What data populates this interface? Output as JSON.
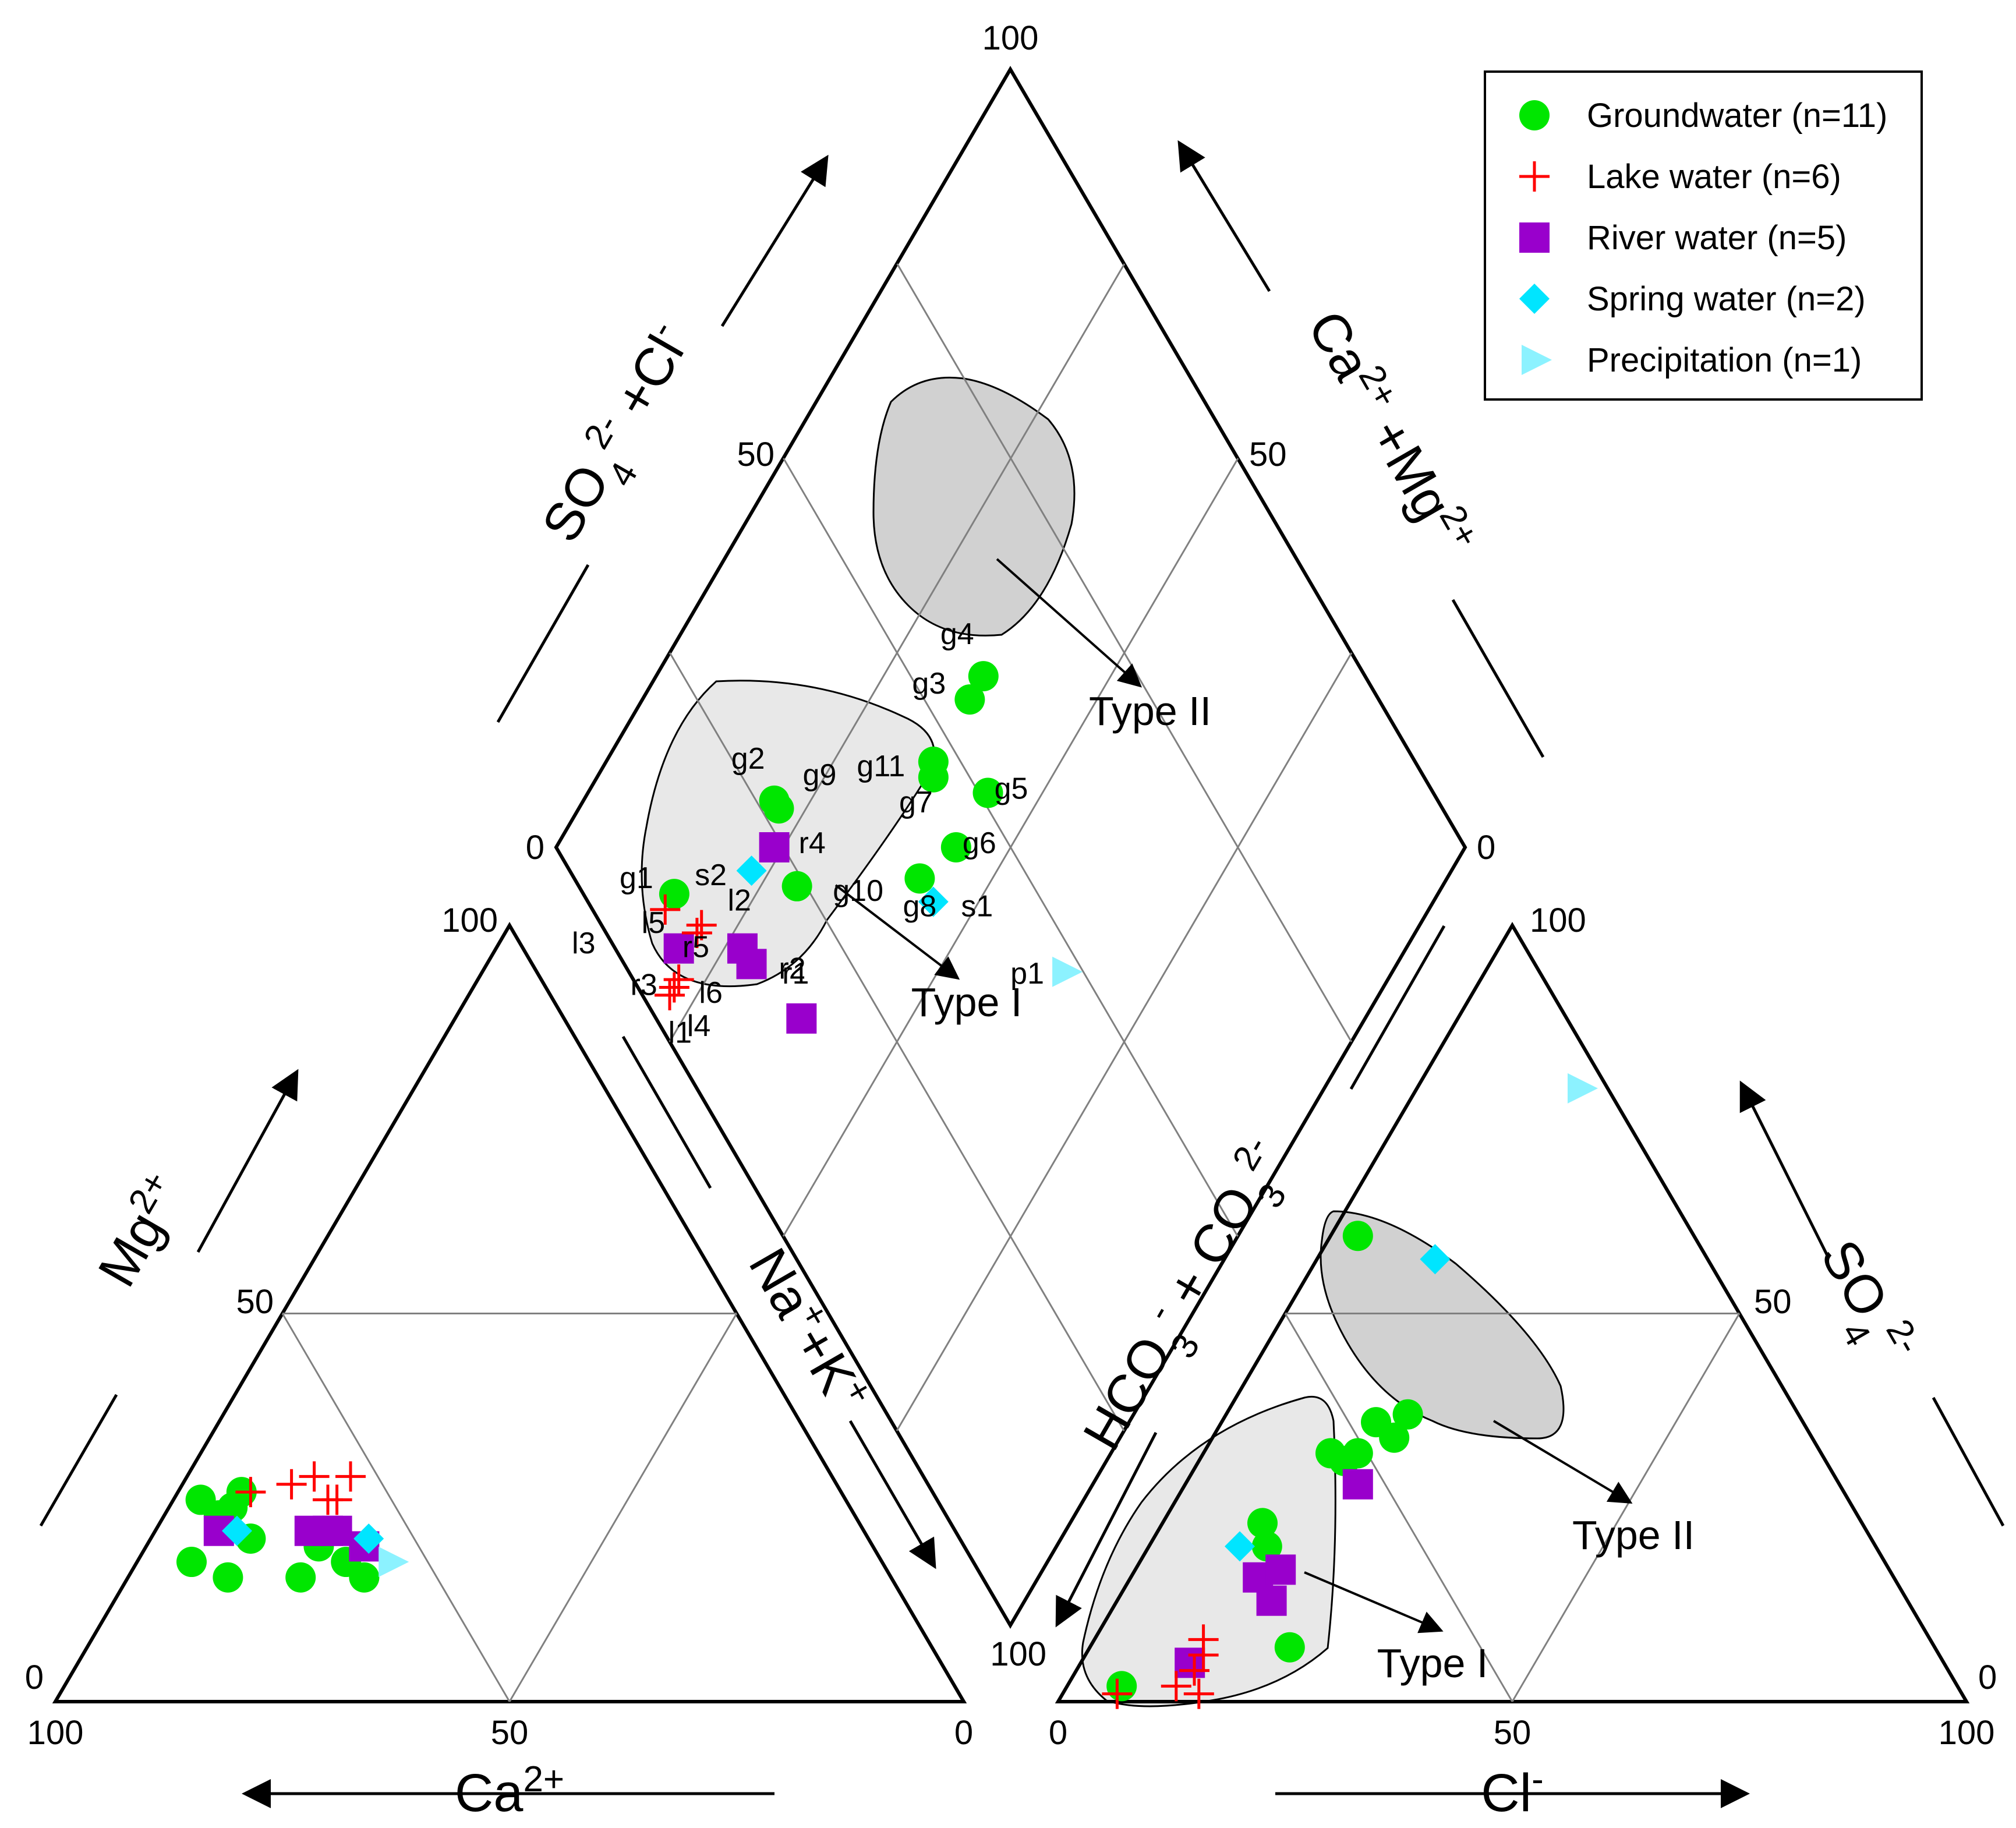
{
  "chart_data": {
    "type": "scatter",
    "subtype": "piper-diagram",
    "legend": {
      "placement": "top-right",
      "entries": [
        {
          "label": "Groundwater (n=11)",
          "color": "#00e600",
          "marker": "circle"
        },
        {
          "label": "Lake water (n=6)",
          "color": "#ff0000",
          "marker": "plus"
        },
        {
          "label": "River water (n=5)",
          "color": "#9900cc",
          "marker": "square"
        },
        {
          "label": "Spring water (n=2)",
          "color": "#00e5ff",
          "marker": "diamond"
        },
        {
          "label": "Precipitation (n=1)",
          "color": "#8cf2ff",
          "marker": "triangle-right"
        }
      ]
    },
    "axis_labels": {
      "ca": {
        "text": "Ca",
        "sup": "2+"
      },
      "mg": {
        "text": "Mg",
        "sup": "2+"
      },
      "cl": {
        "text": "Cl",
        "sup": "-"
      },
      "so4": {
        "text": "SO",
        "sub": "4",
        "sup": "2-"
      },
      "nak": {
        "text1": "Na",
        "sup1": "+",
        "text2": "+K",
        "sup2": "+"
      },
      "hco3": {
        "text1": "HCO",
        "sub1": "3",
        "sup1": "-",
        "text2": " + CO",
        "sub2": "3",
        "sup2": "2-"
      },
      "so4cl": {
        "text1": "SO",
        "sub1": "4",
        "sup1": "2-",
        "text2": " +Cl",
        "sup2": "-"
      },
      "camg": {
        "text1": "Ca",
        "sup1": "2+",
        "text2": " +Mg",
        "sup2": "2+"
      }
    },
    "ticks": {
      "ca": [
        "100",
        "50",
        "0"
      ],
      "mg": [
        "0",
        "50",
        "100"
      ],
      "cl": [
        "0",
        "50",
        "100"
      ],
      "so4": [
        "0",
        "50",
        "100"
      ],
      "diamond_left": [
        "0",
        "50",
        "100"
      ],
      "diamond_right": [
        "100",
        "50",
        "0"
      ]
    },
    "cation_triangle": {
      "units": "percent of Ca2+, Mg2+, Na+ +K+",
      "groundwater": [
        {
          "ca": 71,
          "mg": 26
        },
        {
          "ca": 70,
          "mg": 24
        },
        {
          "ca": 68,
          "mg": 25
        },
        {
          "ca": 66,
          "mg": 27
        },
        {
          "ca": 76,
          "mg": 18
        },
        {
          "ca": 73,
          "mg": 16
        },
        {
          "ca": 68,
          "mg": 21
        },
        {
          "ca": 65,
          "mg": 16
        },
        {
          "ca": 61,
          "mg": 20
        },
        {
          "ca": 59,
          "mg": 18
        },
        {
          "ca": 58,
          "mg": 16
        }
      ],
      "lake": [
        {
          "ca": 65,
          "mg": 27
        },
        {
          "ca": 60,
          "mg": 28
        },
        {
          "ca": 57,
          "mg": 29
        },
        {
          "ca": 53,
          "mg": 29
        },
        {
          "ca": 57,
          "mg": 26
        },
        {
          "ca": 56,
          "mg": 26
        }
      ],
      "river": [
        {
          "ca": 71,
          "mg": 22
        },
        {
          "ca": 61,
          "mg": 22
        },
        {
          "ca": 59,
          "mg": 22
        },
        {
          "ca": 58,
          "mg": 22
        },
        {
          "ca": 56,
          "mg": 20
        }
      ],
      "spring": [
        {
          "ca": 69,
          "mg": 22
        },
        {
          "ca": 55,
          "mg": 21
        }
      ],
      "precipitation": [
        {
          "ca": 54,
          "mg": 18
        }
      ]
    },
    "anion_triangle": {
      "units": "percent of Cl-, SO4 2-, HCO3- +CO3 2-",
      "groundwater": [
        {
          "cl": 6,
          "so4": 2
        },
        {
          "cl": 11,
          "so4": 23
        },
        {
          "cl": 13,
          "so4": 20
        },
        {
          "cl": 22,
          "so4": 7
        },
        {
          "cl": 3,
          "so4": 60
        },
        {
          "cl": 17,
          "so4": 36
        },
        {
          "cl": 20,
          "so4": 37
        },
        {
          "cl": 20,
          "so4": 34
        },
        {
          "cl": 17,
          "so4": 32
        },
        {
          "cl": 16,
          "so4": 31
        },
        {
          "cl": 14,
          "so4": 32
        }
      ],
      "lake": [
        {
          "cl": 12,
          "so4": 8
        },
        {
          "cl": 13,
          "so4": 6
        },
        {
          "cl": 13,
          "so4": 4
        },
        {
          "cl": 6,
          "so4": 1
        },
        {
          "cl": 12,
          "so4": 2
        },
        {
          "cl": 15,
          "so4": 1
        }
      ],
      "river": [
        {
          "cl": 12,
          "so4": 5
        },
        {
          "cl": 14,
          "so4": 16
        },
        {
          "cl": 16,
          "so4": 17
        },
        {
          "cl": 17,
          "so4": 13
        },
        {
          "cl": 19,
          "so4": 28
        }
      ],
      "spring": [
        {
          "cl": 10,
          "so4": 20
        },
        {
          "cl": 13,
          "so4": 57
        }
      ],
      "precipitation": [
        {
          "cl": 18,
          "so4": 79
        }
      ]
    },
    "diamond": {
      "units": "percent SO4 2- +Cl- (a), percent Ca2+ +Mg2+ (b)",
      "groundwater": [
        {
          "id": "g1",
          "a": 10,
          "b": 84
        },
        {
          "id": "g2",
          "a": 27,
          "b": 79
        },
        {
          "id": "g3",
          "a": 55,
          "b": 64
        },
        {
          "id": "g4",
          "a": 58,
          "b": 64
        },
        {
          "id": "g5",
          "a": 51,
          "b": 56
        },
        {
          "id": "g6",
          "a": 44,
          "b": 56
        },
        {
          "id": "g7",
          "a": 46,
          "b": 63
        },
        {
          "id": "g8",
          "a": 38,
          "b": 58
        },
        {
          "id": "g9",
          "a": 27,
          "b": 78
        },
        {
          "id": "g10",
          "a": 24,
          "b": 71
        },
        {
          "id": "g11",
          "a": 47,
          "b": 64
        }
      ],
      "lake": [
        {
          "id": "l1",
          "a": 4,
          "b": 78
        },
        {
          "id": "l2",
          "a": 11,
          "b": 79
        },
        {
          "id": "l3",
          "a": 8,
          "b": 84
        },
        {
          "id": "l4",
          "a": 3,
          "b": 78
        },
        {
          "id": "l5",
          "a": 10,
          "b": 79
        },
        {
          "id": "l6",
          "a": 5,
          "b": 78
        }
      ],
      "river": [
        {
          "id": "r1",
          "a": 16,
          "b": 62
        },
        {
          "id": "r2",
          "a": 14,
          "b": 71
        },
        {
          "id": "r3",
          "a": 7,
          "b": 80
        },
        {
          "id": "r4",
          "a": 24,
          "b": 76
        },
        {
          "id": "r5",
          "a": 14,
          "b": 73
        }
      ],
      "spring": [
        {
          "id": "s1",
          "a": 38,
          "b": 55
        },
        {
          "id": "s2",
          "a": 20,
          "b": 77
        }
      ],
      "precipitation": [
        {
          "id": "p1",
          "a": 48,
          "b": 36
        }
      ]
    },
    "groups": [
      {
        "label": "Type I"
      },
      {
        "label": "Type II"
      }
    ]
  }
}
